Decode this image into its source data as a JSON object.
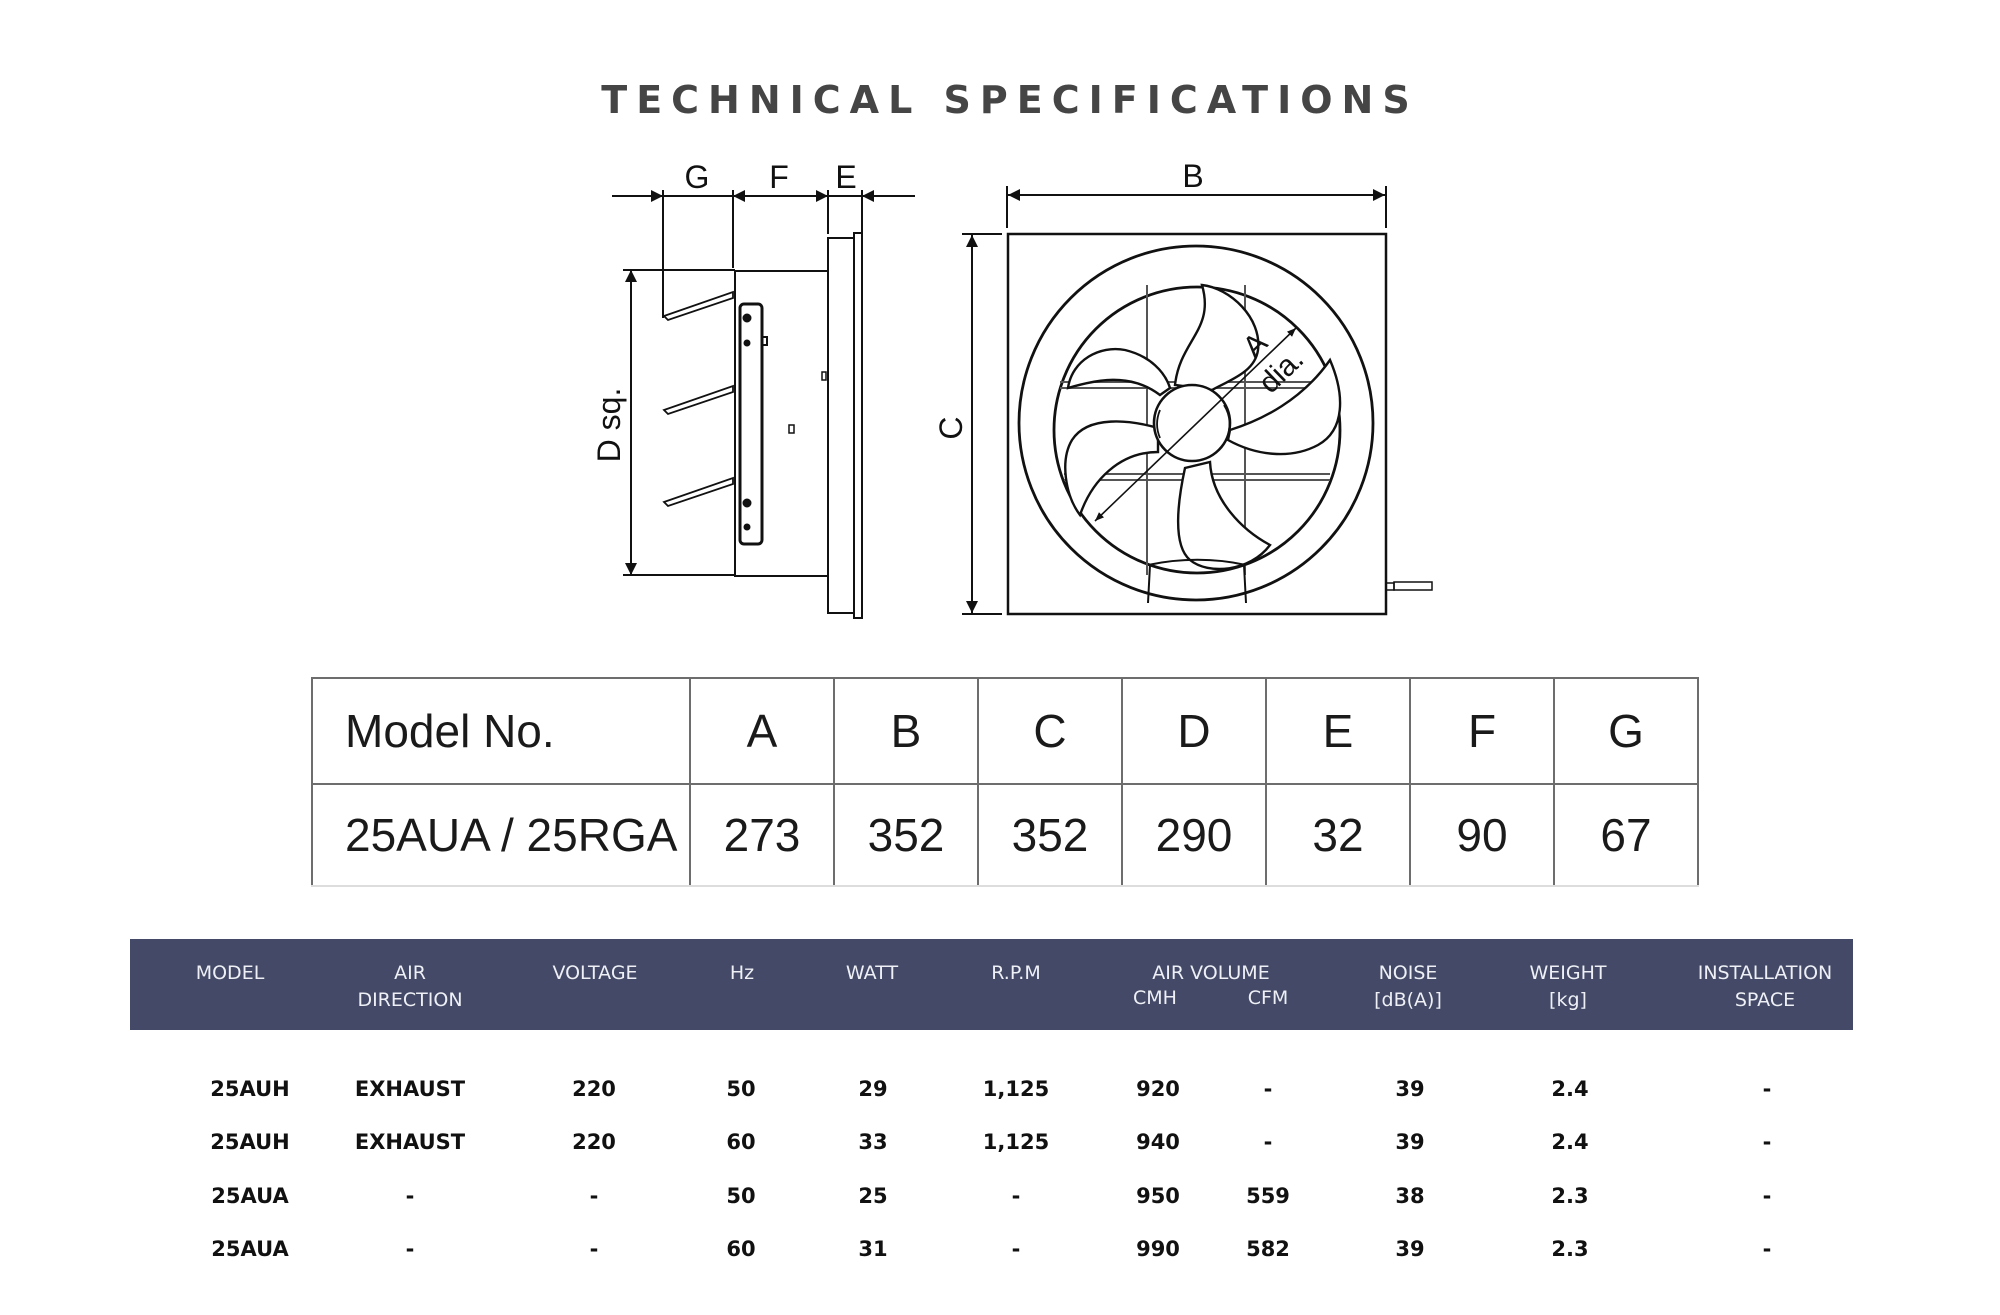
{
  "title": "TECHNICAL SPECIFICATIONS",
  "diagram": {
    "side_view_labels": {
      "g": "G",
      "f": "F",
      "e": "E",
      "d": "D sq."
    },
    "front_view_labels": {
      "b": "B",
      "c": "C",
      "a": "A",
      "dia": "dia."
    }
  },
  "dimension_table": {
    "headers": [
      "Model No.",
      "A",
      "B",
      "C",
      "D",
      "E",
      "F",
      "G"
    ],
    "rows": [
      [
        "25AUA / 25RGA",
        "273",
        "352",
        "352",
        "290",
        "32",
        "90",
        "67"
      ]
    ]
  },
  "performance_table": {
    "header_color": "#434966",
    "headers": {
      "model": "MODEL",
      "air_direction": [
        "AIR",
        "DIRECTION"
      ],
      "voltage": "VOLTAGE",
      "hz": "Hz",
      "watt": "WATT",
      "rpm": "R.P.M",
      "air_volume": "AIR VOLUME",
      "cmh": "CMH",
      "cfm": "CFM",
      "noise": [
        "NOISE",
        "[dB(A)]"
      ],
      "weight": [
        "WEIGHT",
        "[kg]"
      ],
      "installation": [
        "INSTALLATION",
        "SPACE"
      ]
    },
    "rows": [
      [
        "25AUH",
        "EXHAUST",
        "220",
        "50",
        "29",
        "1,125",
        "920",
        "-",
        "39",
        "2.4",
        "-"
      ],
      [
        "25AUH",
        "EXHAUST",
        "220",
        "60",
        "33",
        "1,125",
        "940",
        "-",
        "39",
        "2.4",
        "-"
      ],
      [
        "25AUA",
        "-",
        "-",
        "50",
        "25",
        "-",
        "950",
        "559",
        "38",
        "2.3",
        "-"
      ],
      [
        "25AUA",
        "-",
        "-",
        "60",
        "31",
        "-",
        "990",
        "582",
        "39",
        "2.3",
        "-"
      ]
    ]
  }
}
